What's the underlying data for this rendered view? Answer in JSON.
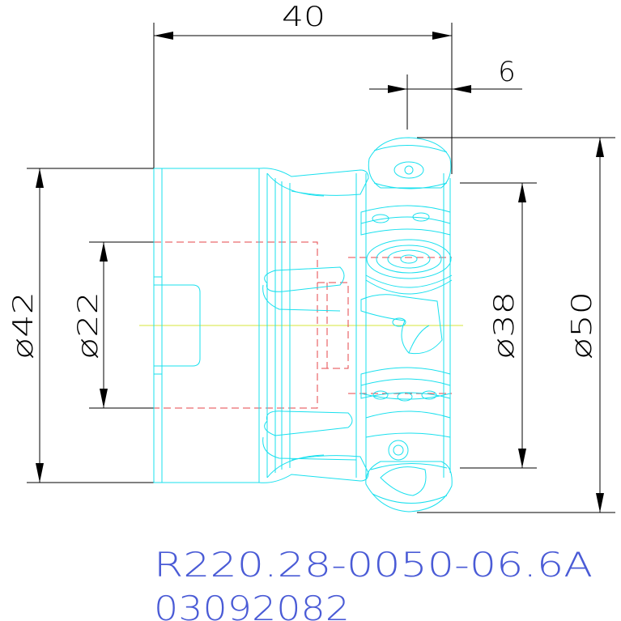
{
  "dimensions": {
    "length_40": "40",
    "length_6": "6",
    "dia_42": "ø42",
    "dia_22": "ø22",
    "dia_38": "ø38",
    "dia_50": "ø50"
  },
  "part": {
    "number": "R220.28-0050-06.6A",
    "code": "03092082"
  },
  "colors": {
    "outline": "#19e0ee",
    "hidden": "#e6444a",
    "centerline": "#d6e63a",
    "dimension": "#000000",
    "text": "#4a5bd6"
  }
}
